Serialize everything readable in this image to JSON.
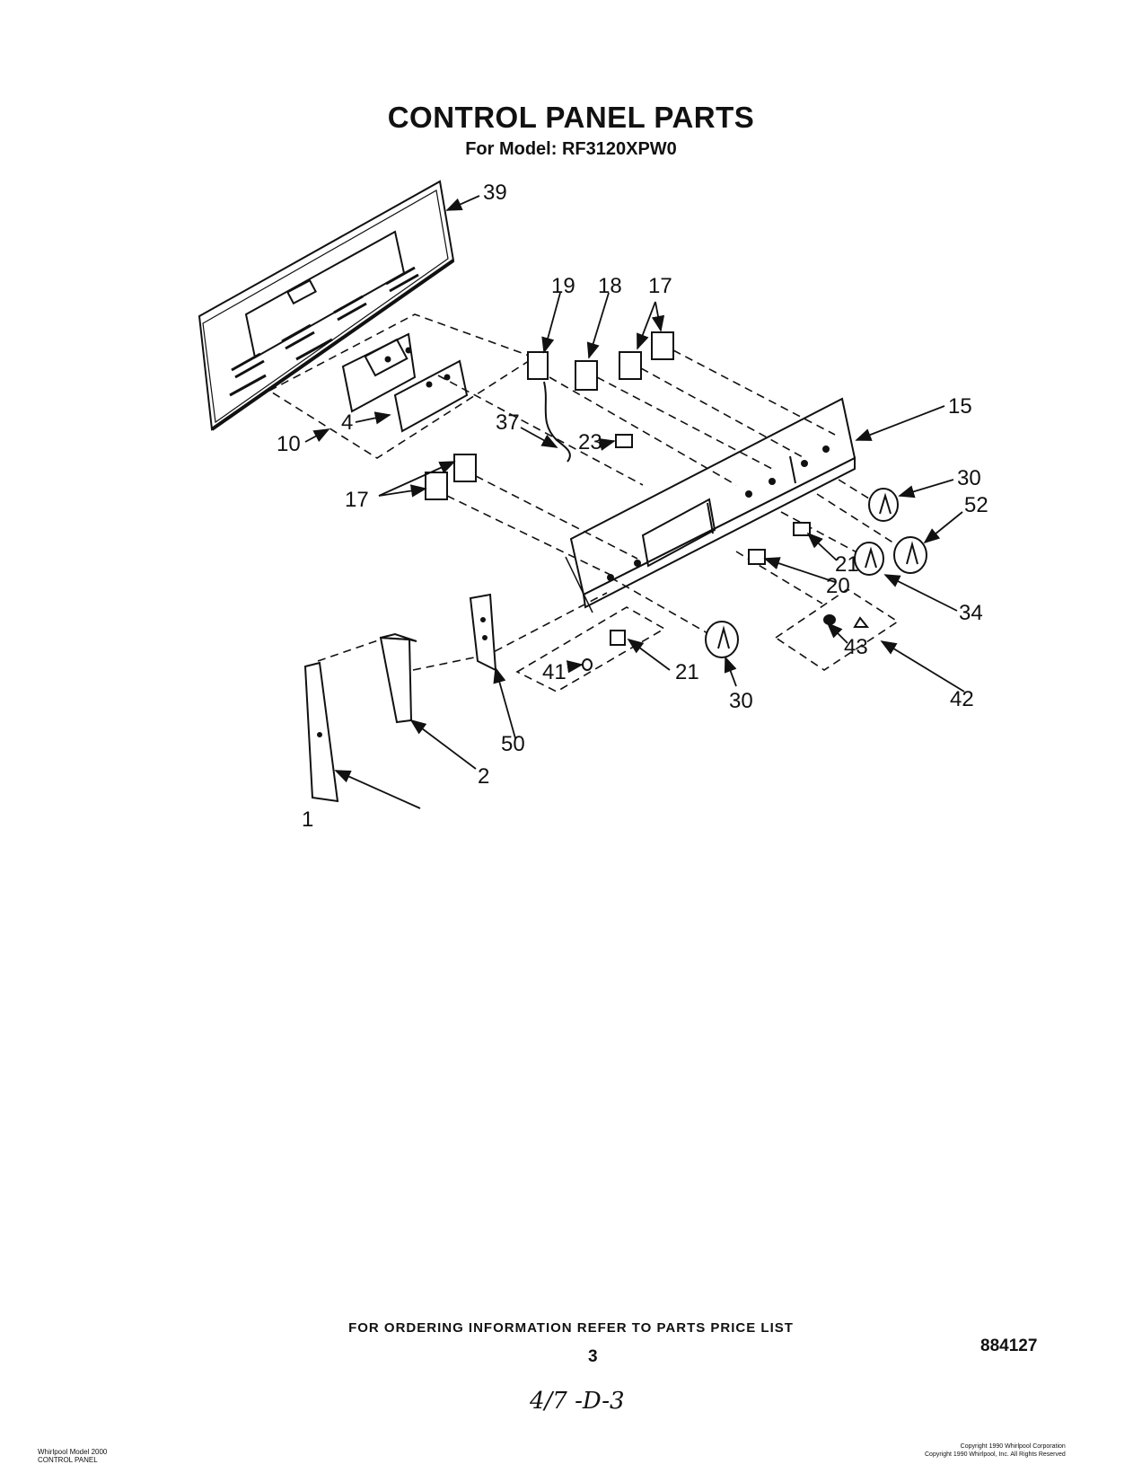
{
  "header": {
    "title": "CONTROL PANEL PARTS",
    "subtitle": "For Model: RF3120XPW0"
  },
  "callouts": {
    "c1": "1",
    "c2": "2",
    "c4": "4",
    "c10": "10",
    "c15": "15",
    "c17a": "17",
    "c17b": "17",
    "c18": "18",
    "c19": "19",
    "c20": "20",
    "c21a": "21",
    "c21b": "21",
    "c23": "23",
    "c30a": "30",
    "c30b": "30",
    "c34": "34",
    "c37": "37",
    "c39": "39",
    "c41": "41",
    "c42": "42",
    "c43": "43",
    "c50": "50",
    "c52": "52"
  },
  "footer": {
    "ordering_info": "FOR ORDERING INFORMATION REFER TO PARTS PRICE LIST",
    "page_number": "3",
    "document_number": "884127",
    "handwritten_note": "4/7 -D-3",
    "left_note": "Whirlpool Model 2000\nCONTROL PANEL",
    "right_note": "Copyright 1990 Whirlpool Corporation\nCopyright 1990 Whirlpool, Inc. All Rights Reserved"
  }
}
